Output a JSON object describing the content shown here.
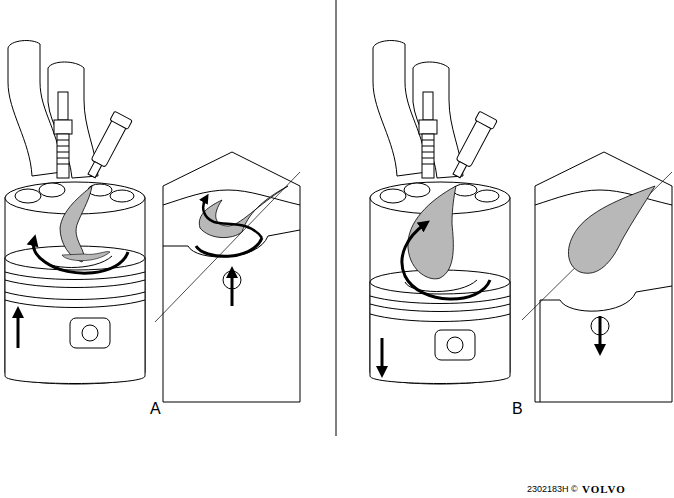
{
  "diagram": {
    "labels": [
      "A",
      "B",
      "2302183H",
      "©",
      "VOLVO"
    ]
  }
}
